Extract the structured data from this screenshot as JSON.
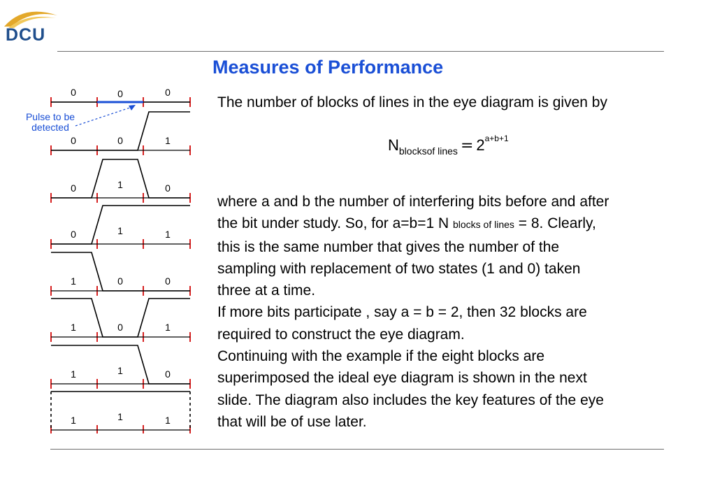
{
  "logo": {
    "text": "DCU"
  },
  "title": "Measures of Performance",
  "intro": "The number of blocks of lines in the eye diagram is given by",
  "formula": {
    "base": "N",
    "subscript": "blocksof lines",
    "equals": "=",
    "value": "2",
    "exponent": "a+b+1"
  },
  "body": {
    "line1": "where a and b the number of interfering bits before and after",
    "line2_pre": "the bit under study. So, for a=b=1 N ",
    "line2_sub": "blocks of lines",
    "line2_post": " = 8. Clearly,",
    "line3": "this is the same number  that gives the number of the",
    "line4": "sampling with replacement of two states (1 and 0) taken",
    "line5": "three at a time.",
    "line6": "If more bits participate , say a = b = 2,  then 32 blocks are",
    "line7": "required to construct the eye diagram.",
    "line8": "Continuing with the example if the eight blocks are",
    "line9": "superimposed the ideal eye diagram is shown in the next",
    "line10": "slide. The diagram also includes the key features of the eye",
    "line11": "that will be of use later."
  },
  "diagram": {
    "pulse_label_line1": "Pulse to be",
    "pulse_label_line2": "detected",
    "blocks": [
      {
        "bits": [
          "0",
          "0",
          "0"
        ]
      },
      {
        "bits": [
          "0",
          "0",
          "1"
        ]
      },
      {
        "bits": [
          "0",
          "1",
          "0"
        ]
      },
      {
        "bits": [
          "0",
          "1",
          "1"
        ]
      },
      {
        "bits": [
          "1",
          "0",
          "0"
        ]
      },
      {
        "bits": [
          "1",
          "0",
          "1"
        ]
      },
      {
        "bits": [
          "1",
          "1",
          "0"
        ]
      },
      {
        "bits": [
          "1",
          "1",
          "1"
        ]
      }
    ]
  },
  "colors": {
    "title": "#1a4fd6",
    "tick": "#d62020",
    "highlight": "#1a4fd6"
  }
}
